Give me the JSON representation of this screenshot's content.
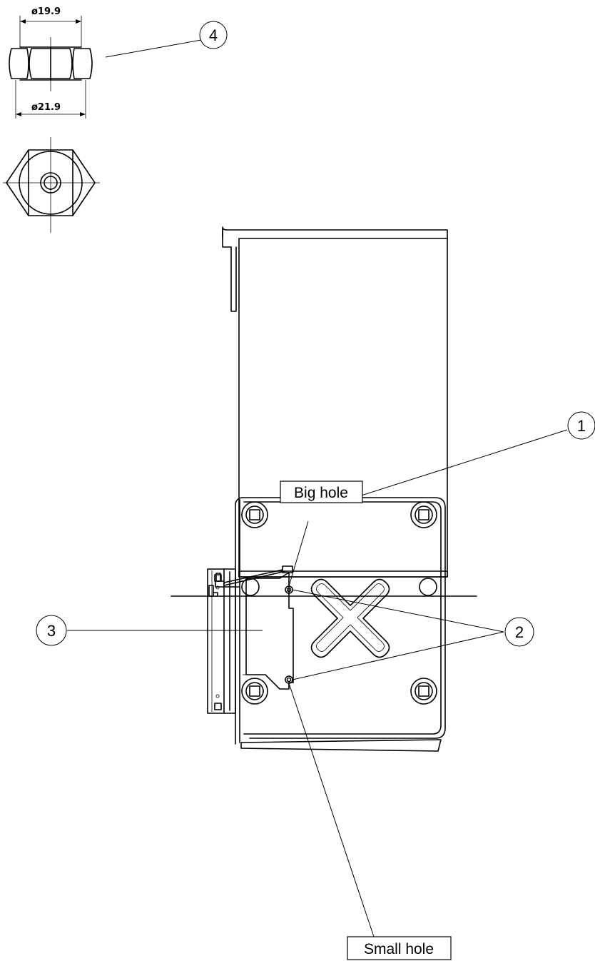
{
  "dimensions": {
    "top": "ø19.9",
    "bottom": "ø21.9"
  },
  "callouts": {
    "c1": "1",
    "c2": "2",
    "c3": "3",
    "c4": "4"
  },
  "labels": {
    "big_hole": "Big hole",
    "small_hole": "Small hole"
  }
}
